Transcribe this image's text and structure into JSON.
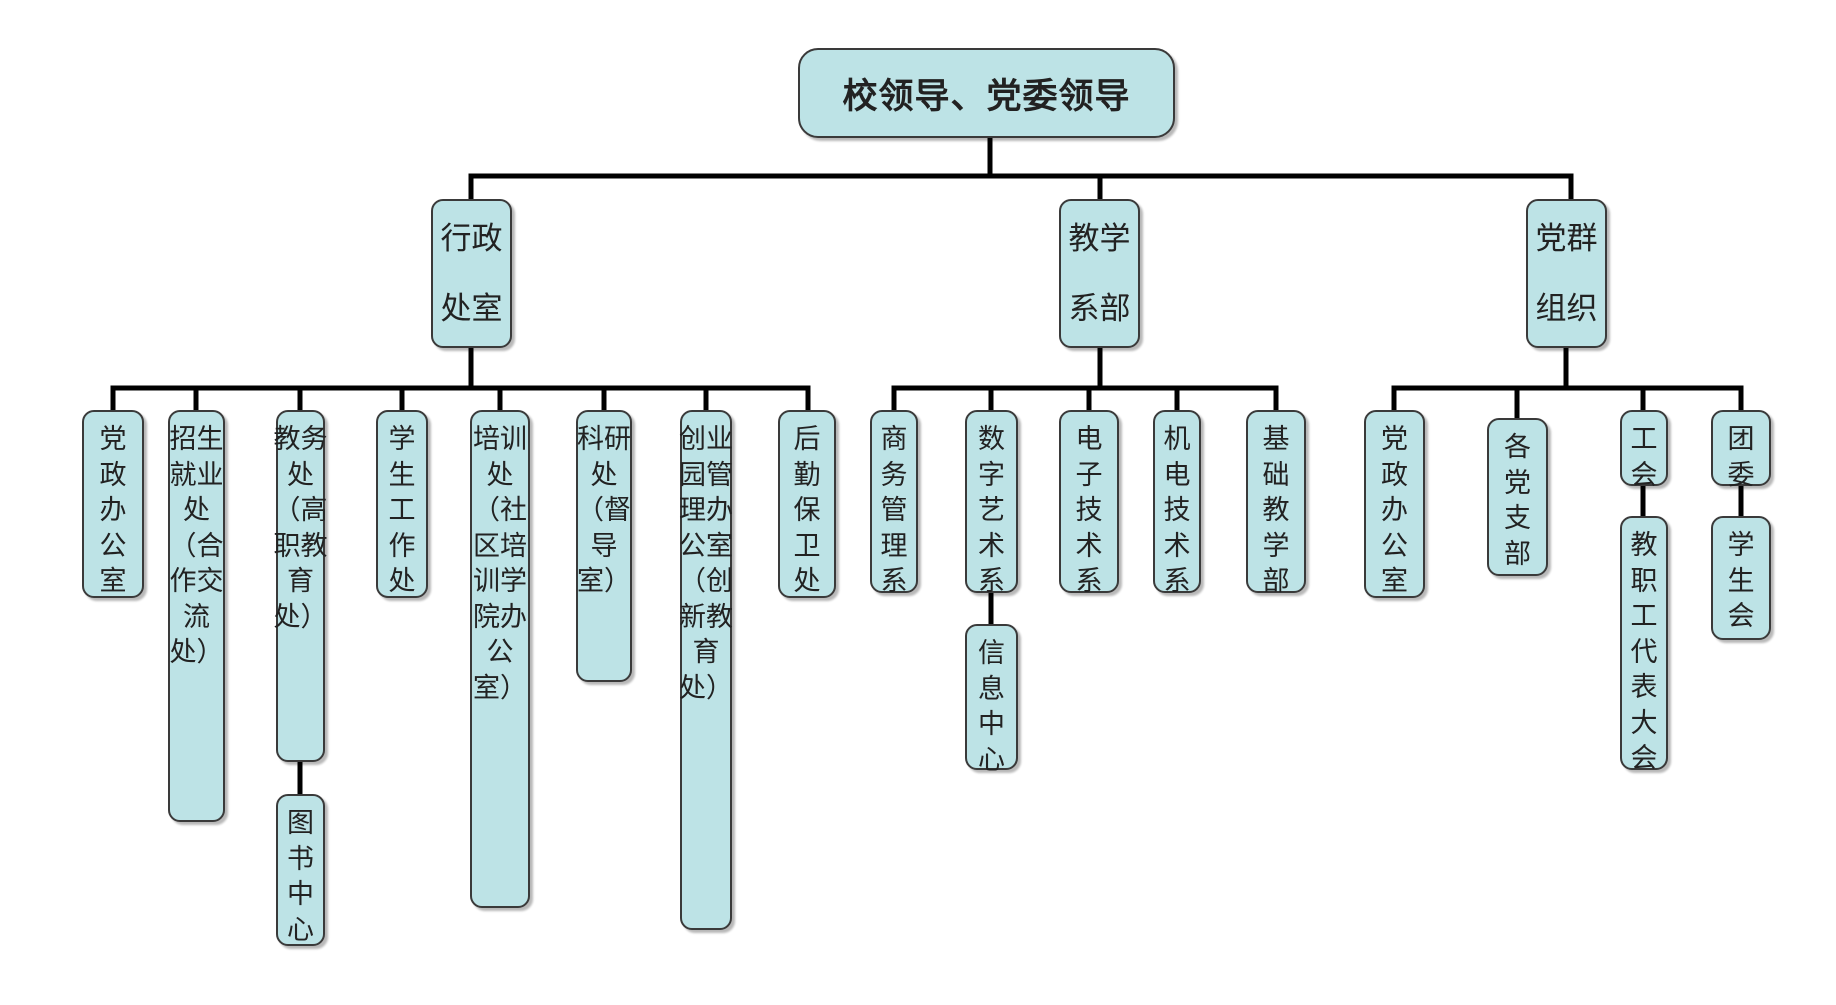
{
  "root": "校领导、党委领导",
  "categories": [
    {
      "title": "行政处室",
      "units": [
        "党政办公室",
        "招生就业处（合作交流处）",
        "教务处（高职教育处）",
        "学生工作处",
        "培训处（社区培训学院办公室）",
        "科研处（督导室）",
        "创业园管理办公室（创新教育处）",
        "后勤保卫处"
      ],
      "sub_units": {
        "jiaowu_sub": "图书中心"
      }
    },
    {
      "title": "教学系部",
      "units": [
        "商务管理系",
        "数字艺术系",
        "电子技术系",
        "机电技术系",
        "基础教学部"
      ],
      "sub_units": {
        "shuzi_sub": "信息中心"
      }
    },
    {
      "title": "党群组织",
      "units": [
        "党政办公室",
        "各党支部",
        "工会",
        "团委"
      ],
      "sub_units": {
        "gonghui_sub": "教职工代表大会",
        "tuanwei_sub": "学生会"
      }
    }
  ]
}
